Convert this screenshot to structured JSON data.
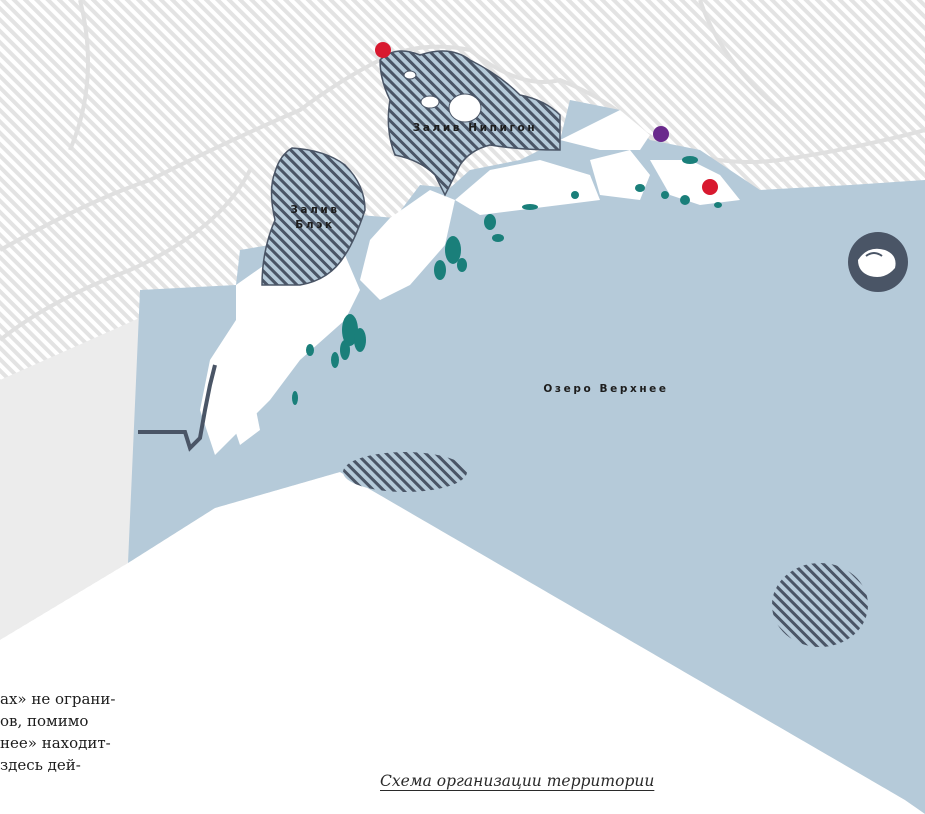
{
  "map": {
    "labels": {
      "nipigon_bay": "Залив Нипигон",
      "black_bay_line1": "Залив",
      "black_bay_line2": "Блэк",
      "lake": "Озеро Верхнее"
    },
    "colors": {
      "water": "#b5cad9",
      "hatch_dark": "#4a5566",
      "hatch_light": "#e3e3e3",
      "island_green": "#1a7f7a",
      "marker_red": "#d8192f",
      "marker_purple": "#6a2a8c",
      "land": "#ffffff",
      "road": "#e2e2e2",
      "shore": "#4a5566"
    },
    "legend_icon": "island-map-icon"
  },
  "text": {
    "lines": [
      "ах» не ограни-",
      "ов, помимо",
      "нее»  находит-",
      "здесь дей-"
    ],
    "caption": "Схема организации территории"
  }
}
